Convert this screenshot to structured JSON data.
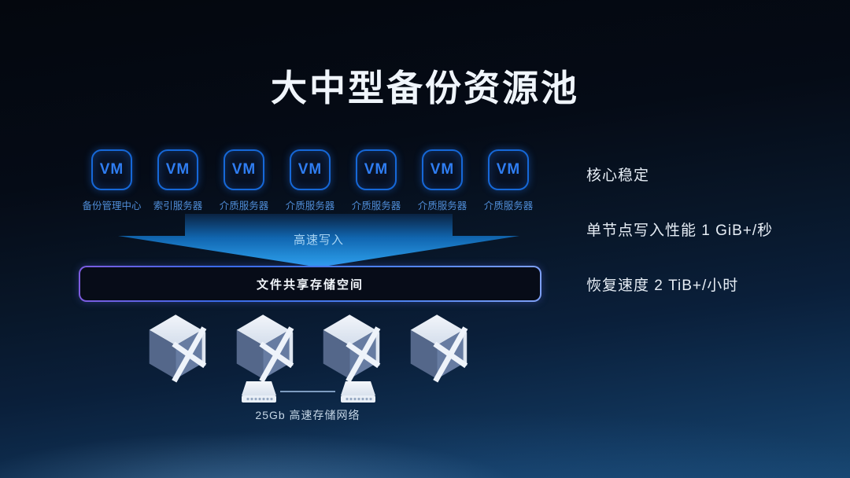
{
  "slide": {
    "title": "大中型备份资源池",
    "vm_nodes": [
      {
        "box_text": "VM",
        "label": "备份管理中心"
      },
      {
        "box_text": "VM",
        "label": "索引服务器"
      },
      {
        "box_text": "VM",
        "label": "介质服务器"
      },
      {
        "box_text": "VM",
        "label": "介质服务器"
      },
      {
        "box_text": "VM",
        "label": "介质服务器"
      },
      {
        "box_text": "VM",
        "label": "介质服务器"
      },
      {
        "box_text": "VM",
        "label": "介质服务器"
      }
    ],
    "arrow_label": "高速写入",
    "storage_bar_label": "文件共享存储空间",
    "storage_node_count": 4,
    "network_label": "25Gb 高速存储网络",
    "stats": [
      {
        "text": "核心稳定"
      },
      {
        "text": "单节点写入性能 1 GiB+/秒"
      },
      {
        "text": "恢复速度 2 TiB+/小时"
      }
    ],
    "icons": {
      "vm_box": "rounded-square-outline",
      "storage_node": "isometric-cube-x-brace",
      "network_switch": "switch-trapezoid"
    },
    "colors": {
      "accent_blue": "#1e7ce0",
      "vm_text": "#2f7df2",
      "arrow_gradient_top": "#0a2342",
      "arrow_gradient_bottom": "#2ea3f0",
      "bar_border_purple": "#7e5ce0",
      "bar_border_blue": "#7ea0f5",
      "background_top": "#04070e",
      "background_bottom": "#17456f"
    }
  }
}
